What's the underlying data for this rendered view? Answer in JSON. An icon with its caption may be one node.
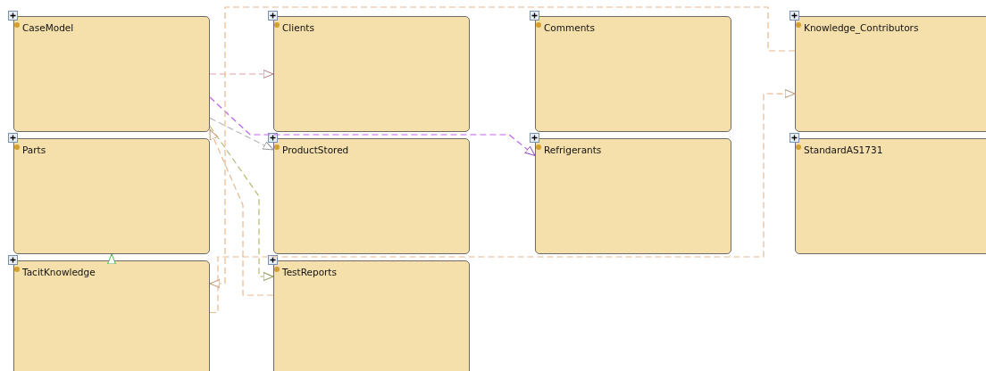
{
  "diagram": {
    "nodes": [
      {
        "text": [
          "CaseModel"
        ]
      },
      {
        "text": [
          "Clients"
        ]
      },
      {
        "text": [
          "Comments"
        ]
      },
      {
        "text": [
          "Knowledge_Contributors"
        ]
      },
      {
        "text": [
          "Parts"
        ]
      },
      {
        "text": [
          "ProductStored"
        ]
      },
      {
        "text": [
          "Refrigerants"
        ]
      },
      {
        "text": [
          "StandardAS1731"
        ]
      },
      {
        "text": [
          "TacitKnowledge"
        ]
      },
      {
        "text": [
          "TestReports"
        ]
      }
    ],
    "edges": [
      {
        "from": 0,
        "to": 1,
        "arrow": "to",
        "style": "dashed",
        "color": "#e0a0a0"
      },
      {
        "from": 0,
        "to": 6,
        "arrow": "to",
        "style": "dashed",
        "color": "#c060f0"
      },
      {
        "from": 0,
        "to": 5,
        "arrow": "to",
        "style": "dashed",
        "color": "#b8b8b8"
      },
      {
        "from": 0,
        "to": 9,
        "arrow": "to",
        "style": "dashed",
        "color": "#b8b870"
      },
      {
        "from": 9,
        "to": 0,
        "arrow": "to",
        "style": "dashed",
        "color": "#e8b890"
      },
      {
        "from": 3,
        "to": 8,
        "arrow": "to",
        "style": "dashed",
        "color": "#e8b890"
      },
      {
        "from": 8,
        "to": 3,
        "arrow": "to",
        "style": "dashed",
        "color": "#e8b890"
      },
      {
        "from": 8,
        "to": 4,
        "arrow": "to",
        "color": "#60e060"
      }
    ]
  }
}
